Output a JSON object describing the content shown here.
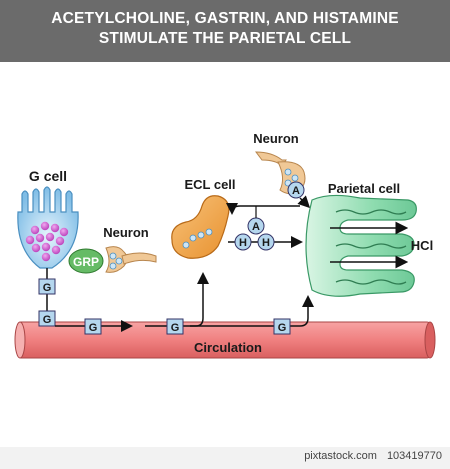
{
  "title": {
    "line1": "ACETYLCHOLINE, GASTRIN, AND HISTAMINE",
    "line2": "STIMULATE THE PARIETAL CELL"
  },
  "labels": {
    "g_cell": "G cell",
    "grp": "GRP",
    "neuron_left": "Neuron",
    "ecl_cell": "ECL cell",
    "neuron_top": "Neuron",
    "parietal_cell": "Parietal cell",
    "hcl": "HCl",
    "circulation": "Circulation"
  },
  "markers": {
    "gastrin": "G",
    "acetylcholine": "A",
    "histamine": "H"
  },
  "credit": {
    "site": "pixtastock.com",
    "id": "103419770"
  },
  "colors": {
    "header_bg": "#6b6b6b",
    "g_cell": "#8ec8ec",
    "granule": "#cc55cc",
    "grp": "#66bb66",
    "ecl_cell": "#f2a646",
    "neuron": "#f0c896",
    "parietal": "#8fdcb0",
    "vessel": "#f08080",
    "marker": "#b5d7ee"
  }
}
